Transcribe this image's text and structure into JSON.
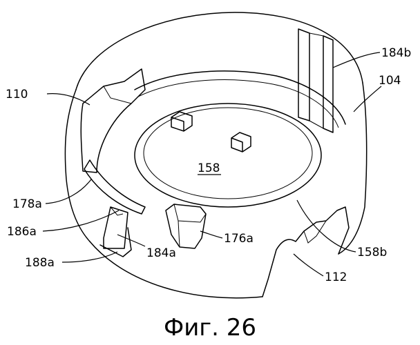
{
  "figure": {
    "caption": "Фиг. 26",
    "part_labels": {
      "p110": "110",
      "p104": "104",
      "p184b": "184b",
      "p158": "158",
      "p178a": "178a",
      "p186a": "186a",
      "p188a": "188a",
      "p184a": "184a",
      "p176a": "176a",
      "p158b": "158b",
      "p112": "112"
    }
  }
}
